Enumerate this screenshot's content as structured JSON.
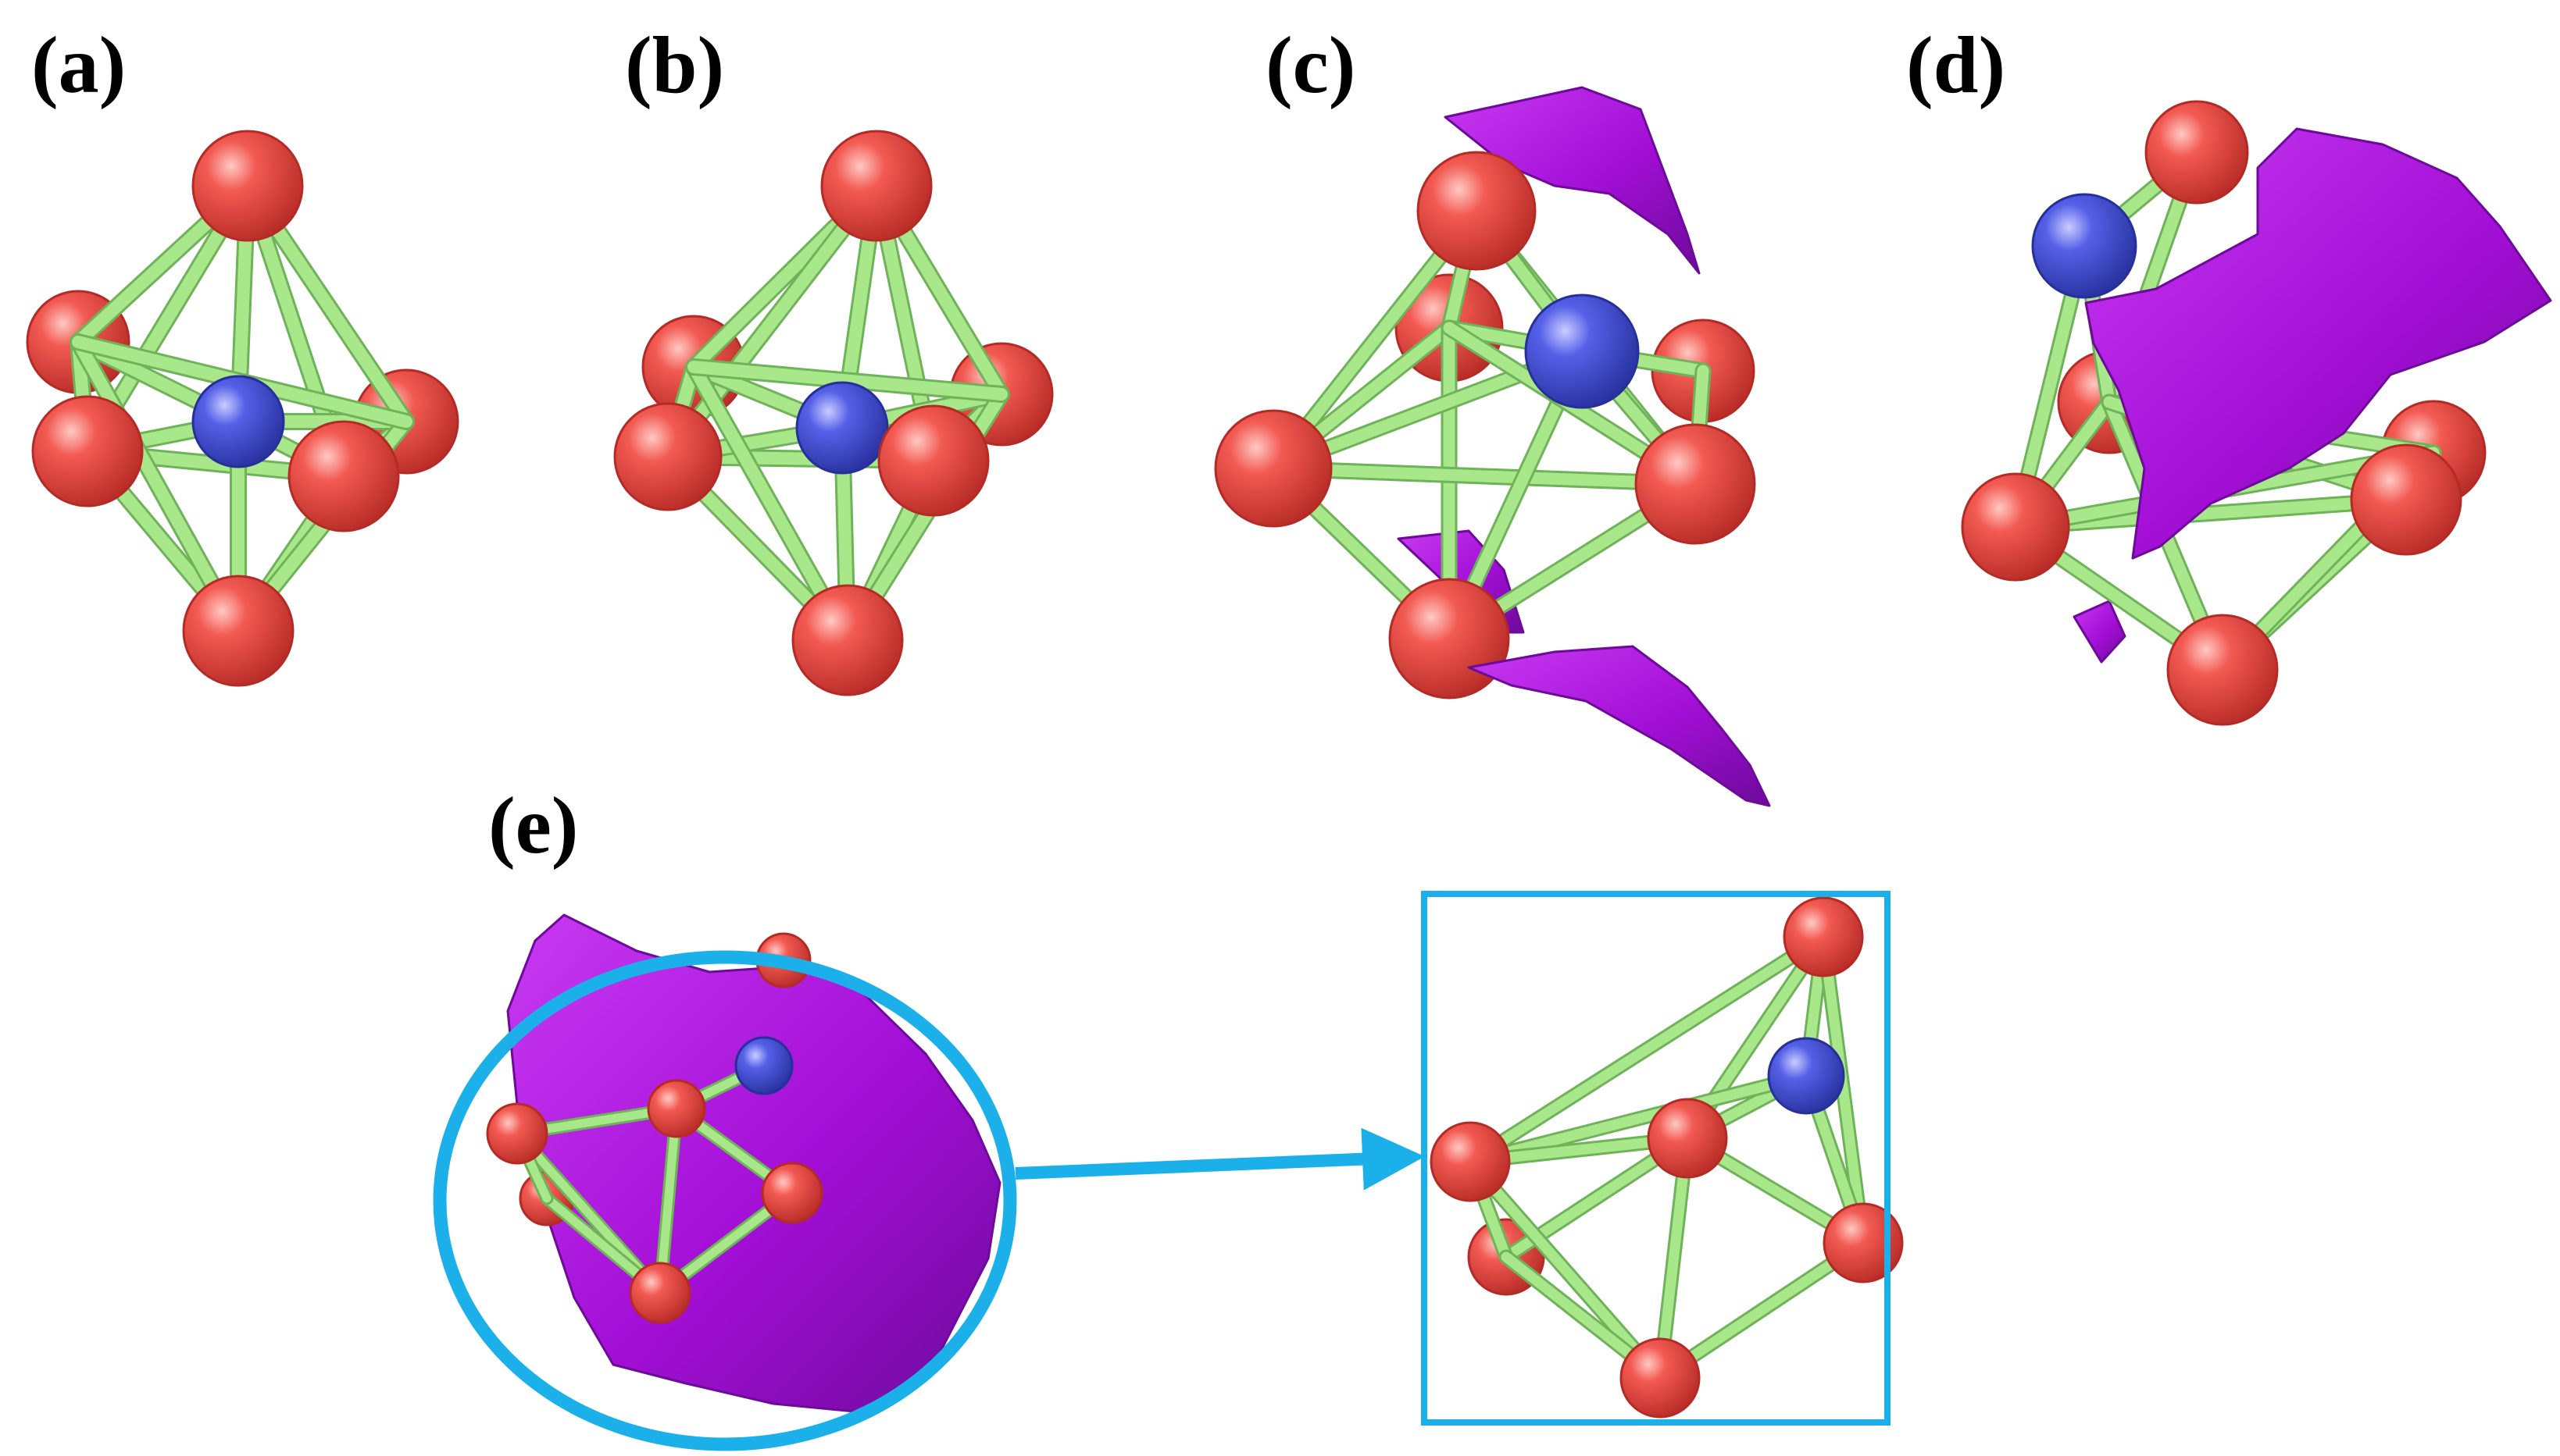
{
  "figure": {
    "panels": [
      {
        "id": "a",
        "label": "(a)"
      },
      {
        "id": "b",
        "label": "(b)"
      },
      {
        "id": "c",
        "label": "(c)"
      },
      {
        "id": "d",
        "label": "(d)"
      },
      {
        "id": "e",
        "label": "(e)"
      }
    ]
  },
  "colors": {
    "background": "#ffffff",
    "atom_red": "#f25a52",
    "atom_red_dark": "#b52a25",
    "atom_blue": "#5560e8",
    "atom_blue_dark": "#262f9a",
    "bond_green": "#a8e88a",
    "bond_green_dark": "#6fb25a",
    "surface_purple": "#a30fd6",
    "surface_purple_light": "#c83af2",
    "surface_purple_dark": "#6d0a9a",
    "highlight_cyan": "#1cb0ea"
  }
}
